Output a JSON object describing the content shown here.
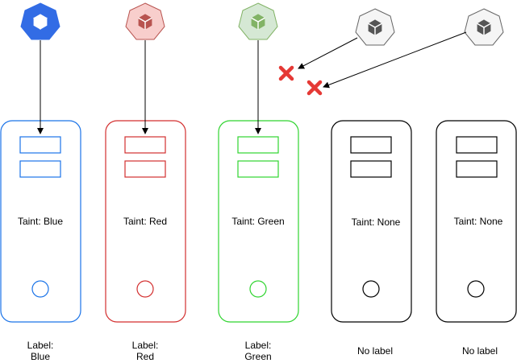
{
  "colors": {
    "blue": "#1a73e8",
    "red": "#d32f2f",
    "green": "#2fd42f",
    "black": "#000000",
    "blue_pod_fill": "#326ce5",
    "red_pod_fill": "#f8cecc",
    "red_pod_stroke": "#b85450",
    "green_pod_fill": "#d5e8d4",
    "green_pod_stroke": "#82b366",
    "gray_pod_fill": "#f5f5f5",
    "gray_pod_stroke": "#666666",
    "reject_mark": "#e53935"
  },
  "nodes": [
    {
      "taint": "Taint: Blue",
      "label_line1": "Label:",
      "label_line2": "Blue"
    },
    {
      "taint": "Taint: Red",
      "label_line1": "Label:",
      "label_line2": "Red"
    },
    {
      "taint": "Taint: Green",
      "label_line1": "Label:",
      "label_line2": "Green"
    },
    {
      "taint": "Taint: None",
      "label_line1": "No label",
      "label_line2": ""
    },
    {
      "taint": "Taint: None",
      "label_line1": "No label",
      "label_line2": ""
    }
  ],
  "pods": [
    {
      "icon": "kubernetes-pod-blue-icon"
    },
    {
      "icon": "kubernetes-pod-red-icon"
    },
    {
      "icon": "kubernetes-pod-green-icon"
    },
    {
      "icon": "kubernetes-pod-gray-icon"
    },
    {
      "icon": "kubernetes-pod-gray-icon"
    }
  ]
}
